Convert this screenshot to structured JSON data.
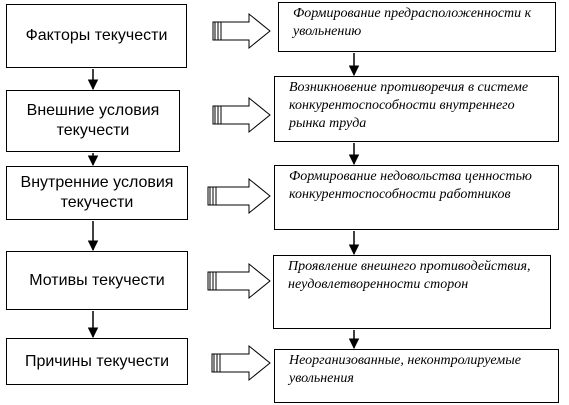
{
  "left_column": [
    {
      "label": "Факторы текучести"
    },
    {
      "label": "Внешние условия текучести"
    },
    {
      "label": "Внутренние условия текучести"
    },
    {
      "label": "Мотивы текучести"
    },
    {
      "label": "Причины текучести"
    }
  ],
  "right_column": [
    {
      "label": "Формирование предрасположенности к увольнению"
    },
    {
      "label": "Возникновение противоречия в системе конкурентоспособности внутреннего рынка труда"
    },
    {
      "label": "Формирование недовольства ценностью конкурентоспособности работников"
    },
    {
      "label": "Проявление внешнего противодействия, неудовлетворенности сторон"
    },
    {
      "label": "Неорганизованные, неконтролируемые увольнения"
    }
  ]
}
